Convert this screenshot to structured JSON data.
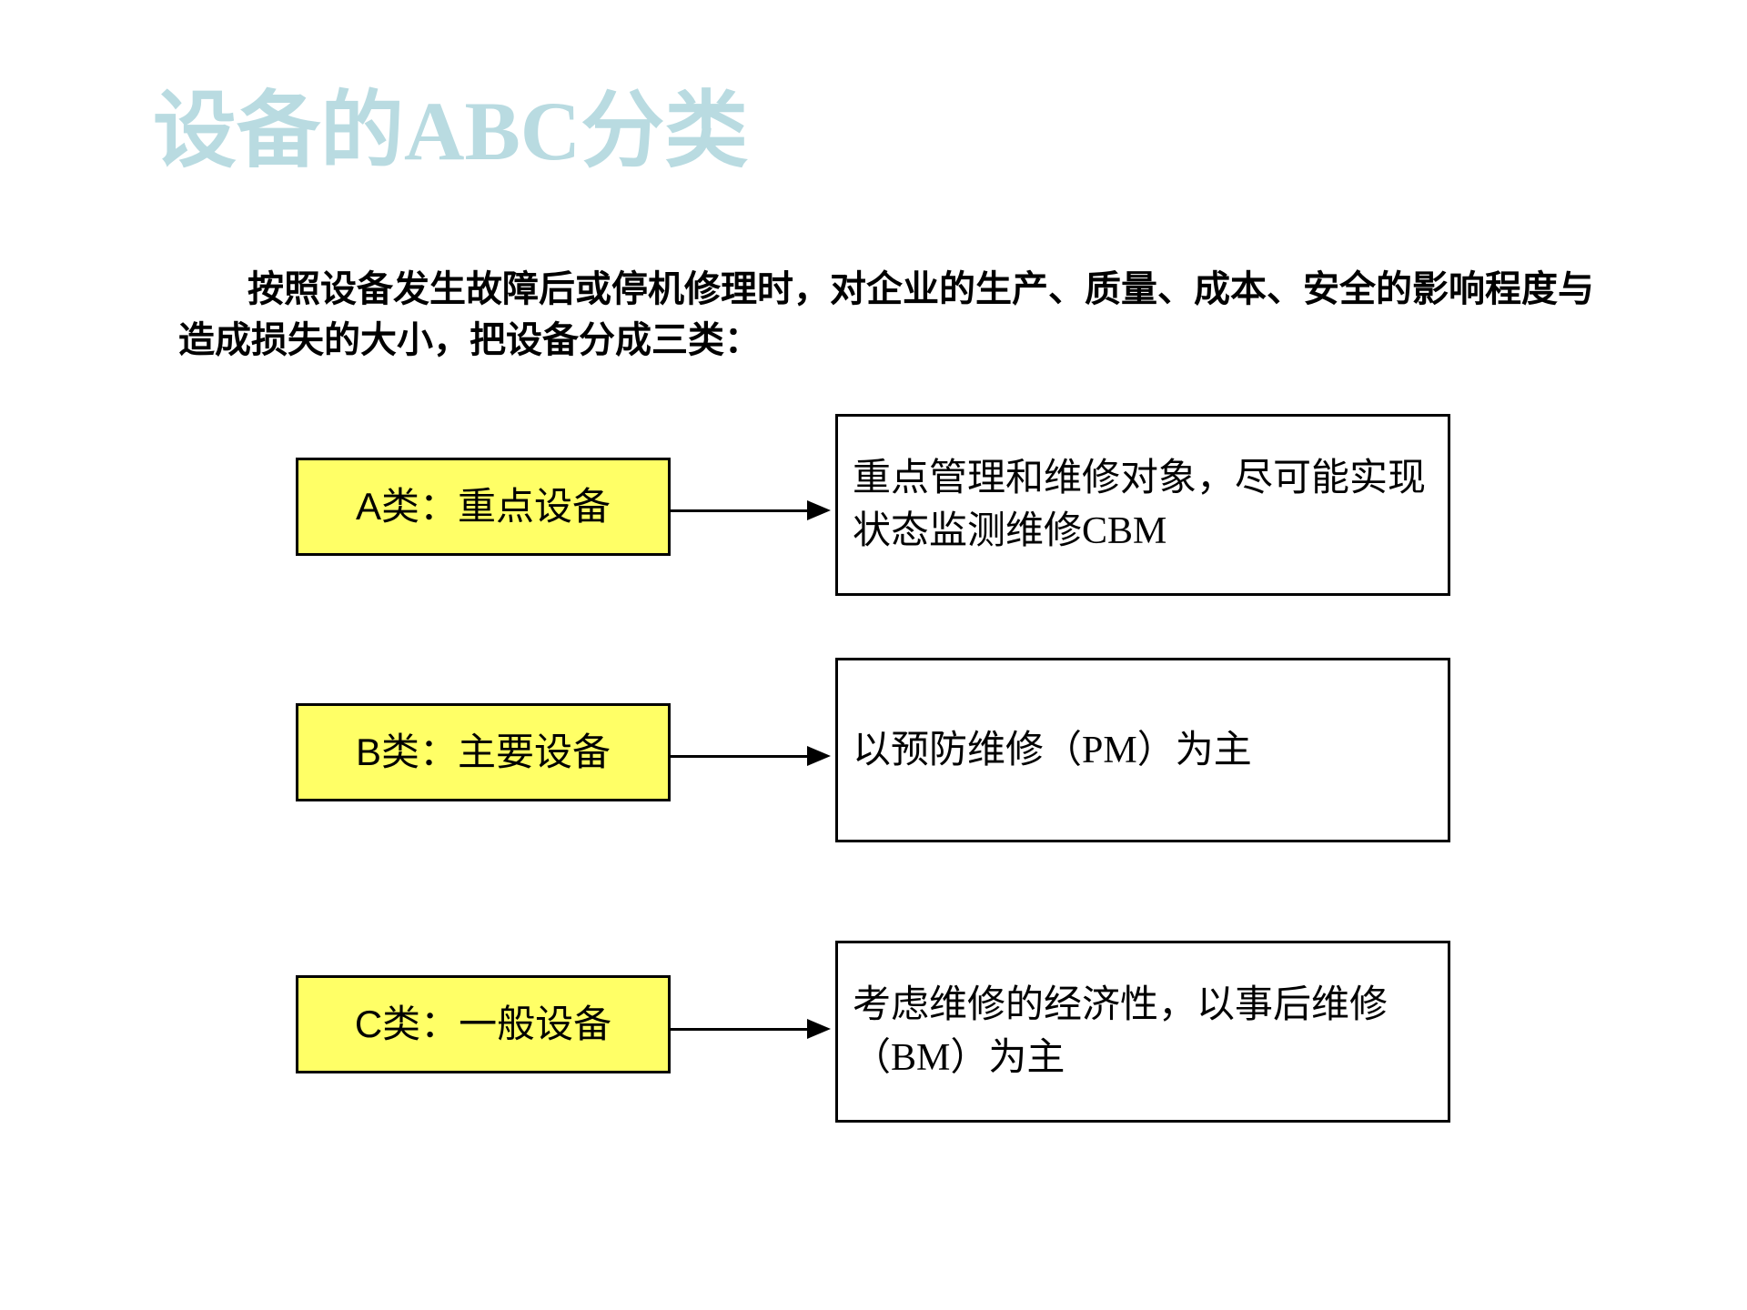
{
  "slide": {
    "title": "设备的ABC分类",
    "title_color": "#b9dbe1",
    "background_color": "#ffffff",
    "intro": "按照设备发生故障后或停机修理时，对企业的生产、质量、成本、安全的影响程度与造成损失的大小，把设备分成三类："
  },
  "palette": {
    "label_box_fill": "#ffff66",
    "border": "#000000",
    "text": "#000000"
  },
  "rows": [
    {
      "id": "a",
      "label": "A类：重点设备",
      "description": "重点管理和维修对象，尽可能实现状态监测维修CBM",
      "arrow": "arrow-right"
    },
    {
      "id": "b",
      "label": "B类：主要设备",
      "description": "以预防维修（PM）为主",
      "arrow": "arrow-right"
    },
    {
      "id": "c",
      "label": "C类：一般设备",
      "description": "考虑维修的经济性，以事后维修（BM）为主",
      "arrow": "arrow-right"
    }
  ]
}
